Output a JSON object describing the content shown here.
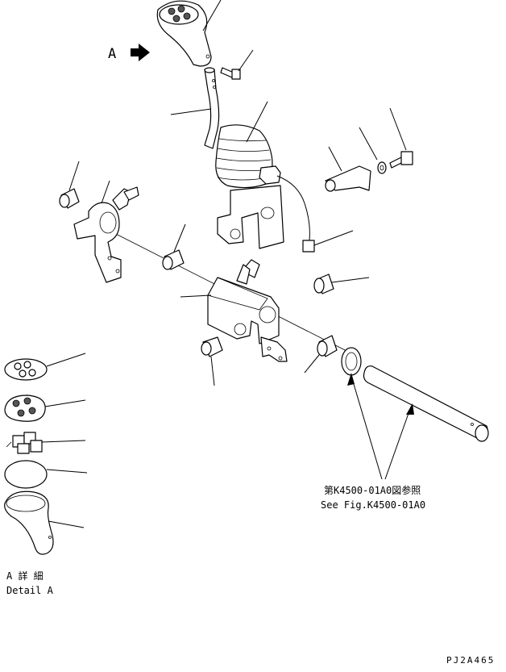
{
  "view_label": "A",
  "reference": {
    "jp": "第K4500-01A0図参照",
    "en": "See Fig.K4500-01A0"
  },
  "detail": {
    "jp": "A 詳 細",
    "en": "Detail A"
  },
  "drawing_code": "PJ2A465"
}
